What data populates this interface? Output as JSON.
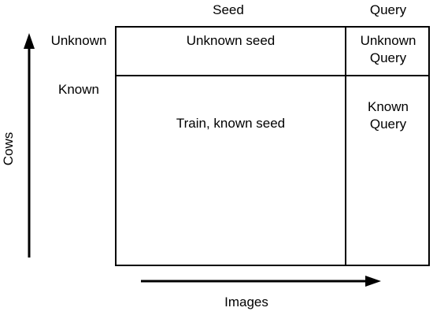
{
  "columns": {
    "seed": "Seed",
    "query": "Query"
  },
  "rows": {
    "unknown": "Unknown",
    "known": "Known"
  },
  "cells": {
    "unknown_seed": "Unknown seed",
    "unknown_query_line1": "Unknown",
    "unknown_query_line2": "Query",
    "train_known_seed": "Train, known seed",
    "known_query_line1": "Known",
    "known_query_line2": "Query"
  },
  "axes": {
    "vertical": "Cows",
    "horizontal": "Images"
  }
}
